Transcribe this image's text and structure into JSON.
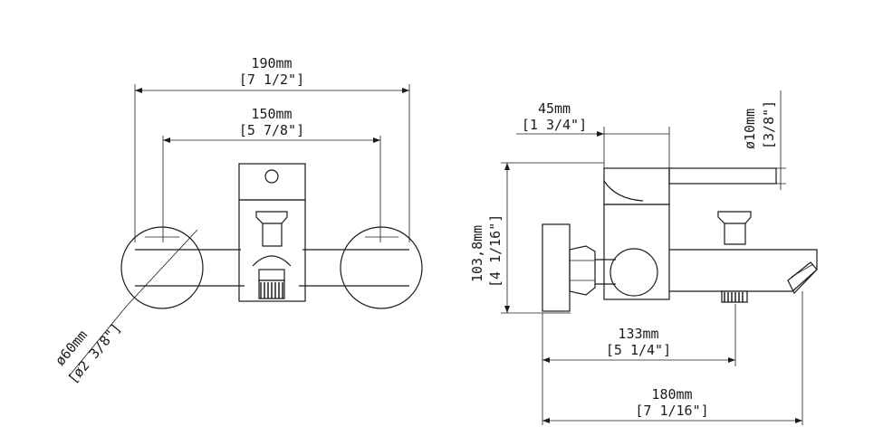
{
  "front_view": {
    "width_overall_mm": "190mm",
    "width_overall_in": "[7 1/2\"]",
    "centers_mm": "150mm",
    "centers_in": "[5 7/8\"]",
    "flange_dia_mm": "ø60mm",
    "flange_dia_in": "[ø2 3/8\"]"
  },
  "side_view": {
    "handle_offset_mm": "45mm",
    "handle_offset_in": "[1 3/4\"]",
    "lever_dia_mm": "ø10mm",
    "lever_dia_in": "[3/8\"]",
    "height_mm": "103,8mm",
    "height_in": "[4 1/16\"]",
    "spout_reach_mm": "133mm",
    "spout_reach_in": "[5 1/4\"]",
    "depth_mm": "180mm",
    "depth_in": "[7 1/16\"]"
  }
}
